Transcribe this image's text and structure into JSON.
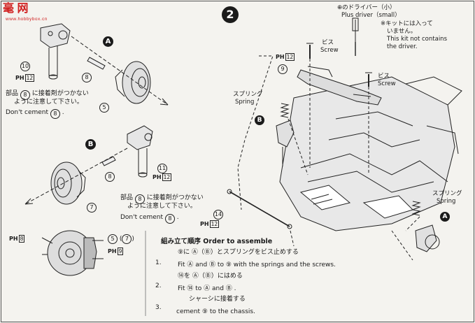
{
  "watermark": {
    "text": "毫 网",
    "url": "www.hobbybox.cn"
  },
  "step": {
    "number": "2"
  },
  "tool": {
    "line1": "⊕のドライバー（小）",
    "line2": "Plus driver（small）",
    "note_jp1": "※キットには入って",
    "note_jp2": "いません。",
    "note_en1": "This kit not contains",
    "note_en2": "the driver."
  },
  "parts": {
    "p10": "10",
    "p8": "8",
    "p5": "5",
    "p11": "11",
    "p7": "7",
    "p9": "9",
    "p14": "14",
    "p5b": "5",
    "p7b": "7",
    "p8b": "8",
    "ph_prefix": "PH",
    "ph12": "12",
    "ph9": "9",
    "ph8": "8"
  },
  "labels": {
    "A": "A",
    "B": "B",
    "screw_jp": "ビス",
    "screw_en": "Screw",
    "spring_jp": "スプリング",
    "spring_en": "Spring"
  },
  "cement_a": {
    "jp1": "部品",
    "jp1b": "に接着剤がつかない",
    "jp2": "ように注意して下さい。",
    "en": "Don't cement",
    "part": "8"
  },
  "cement_b": {
    "jp1": "部品",
    "jp1b": "に接着剤がつかない",
    "jp2": "ように注意して下さい。",
    "en": "Don't cement",
    "part": "8"
  },
  "assembly": {
    "title": "組み立て順序 Order to assemble",
    "n1": "1.",
    "n2": "2.",
    "n3": "3.",
    "s1_jp": "⑨に Ⓐ（Ⓑ）とスプリングをビス止めする",
    "s1_en": "Fit Ⓐ and Ⓑ to ⑨ with the springs and the screws.",
    "s2_jp": "⑭を Ⓐ（Ⓑ）にはめる",
    "s2_en": "Fit ⑭ to Ⓐ and Ⓑ .",
    "s3_jp": "シャーシに接着する",
    "s3_en": "cement ⑨ to the chassis."
  }
}
